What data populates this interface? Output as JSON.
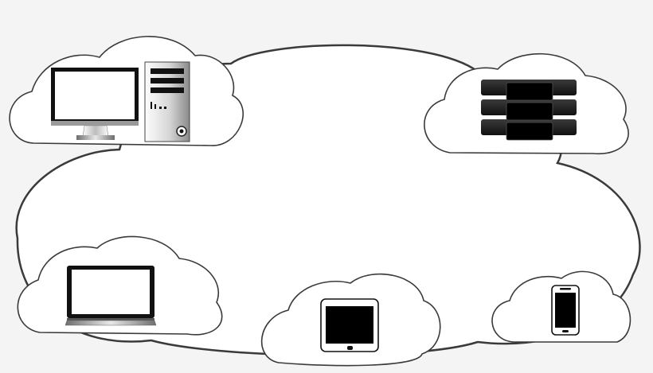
{
  "diagram": {
    "background_color": "#f4f4f4",
    "cloud_fill": "#ffffff",
    "cloud_stroke": "#3a3a3a",
    "device_color": "#000000",
    "nodes": [
      {
        "id": "desktop",
        "icon": "desktop-computer-icon"
      },
      {
        "id": "server-rack",
        "icon": "server-rack-icon"
      },
      {
        "id": "laptop",
        "icon": "laptop-icon"
      },
      {
        "id": "tablet",
        "icon": "tablet-icon"
      },
      {
        "id": "smartphone",
        "icon": "smartphone-icon"
      }
    ]
  }
}
